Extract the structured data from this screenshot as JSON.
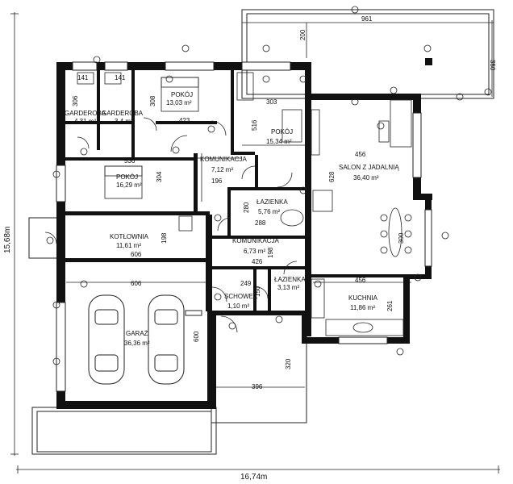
{
  "overall": {
    "width": "16,74m",
    "height": "15,68m"
  },
  "rooms": {
    "garderoba1": {
      "name": "GARDEROBA",
      "area": "4,31 m²"
    },
    "garderoba2": {
      "name": "GARDEROBA",
      "area": "3,4 m²"
    },
    "pokoj1": {
      "name": "POKÓJ",
      "area": "13,03 m²"
    },
    "pokoj2": {
      "name": "POKÓJ",
      "area": "15,34 m²"
    },
    "pokoj3": {
      "name": "POKÓJ",
      "area": "16,29 m²"
    },
    "komunikacja1": {
      "name": "KOMUNIKACJA",
      "area": "7,12 m²"
    },
    "salon": {
      "name": "SALON Z JADALNIĄ",
      "area": "36,40 m²"
    },
    "lazienka1": {
      "name": "ŁAZIENKA",
      "area": "5,76 m²"
    },
    "kotlownia": {
      "name": "KOTŁOWNIA",
      "area": "11,61 m²"
    },
    "komunikacja2": {
      "name": "KOMUNIKACJA",
      "area": "6,73 m²"
    },
    "lazienka2": {
      "name": "ŁAZIENKA",
      "area": "3,13 m²"
    },
    "chowek": {
      "name": "SCHOWEK",
      "area": "1,10 m²"
    },
    "kuchnia": {
      "name": "KUCHNIA",
      "area": "11,86 m²"
    },
    "garaz": {
      "name": "GARAŻ",
      "area": "36,36 m²"
    }
  },
  "dims": {
    "d961": "961",
    "d200": "200",
    "d350": "350",
    "d141a": "141",
    "d141b": "141",
    "d306": "306",
    "d308": "308",
    "d423": "423",
    "d303": "303",
    "d516": "516",
    "d536": "536",
    "d304": "304",
    "d196": "196",
    "d456a": "456",
    "d628": "628",
    "d280": "280",
    "d288": "288",
    "d300": "300",
    "d198a": "198",
    "d606a": "606",
    "d198b": "198",
    "d426": "426",
    "d606b": "606",
    "d249": "249",
    "d150": "150",
    "d456b": "456",
    "d261": "261",
    "d600": "600",
    "d320": "320",
    "d396": "396"
  }
}
